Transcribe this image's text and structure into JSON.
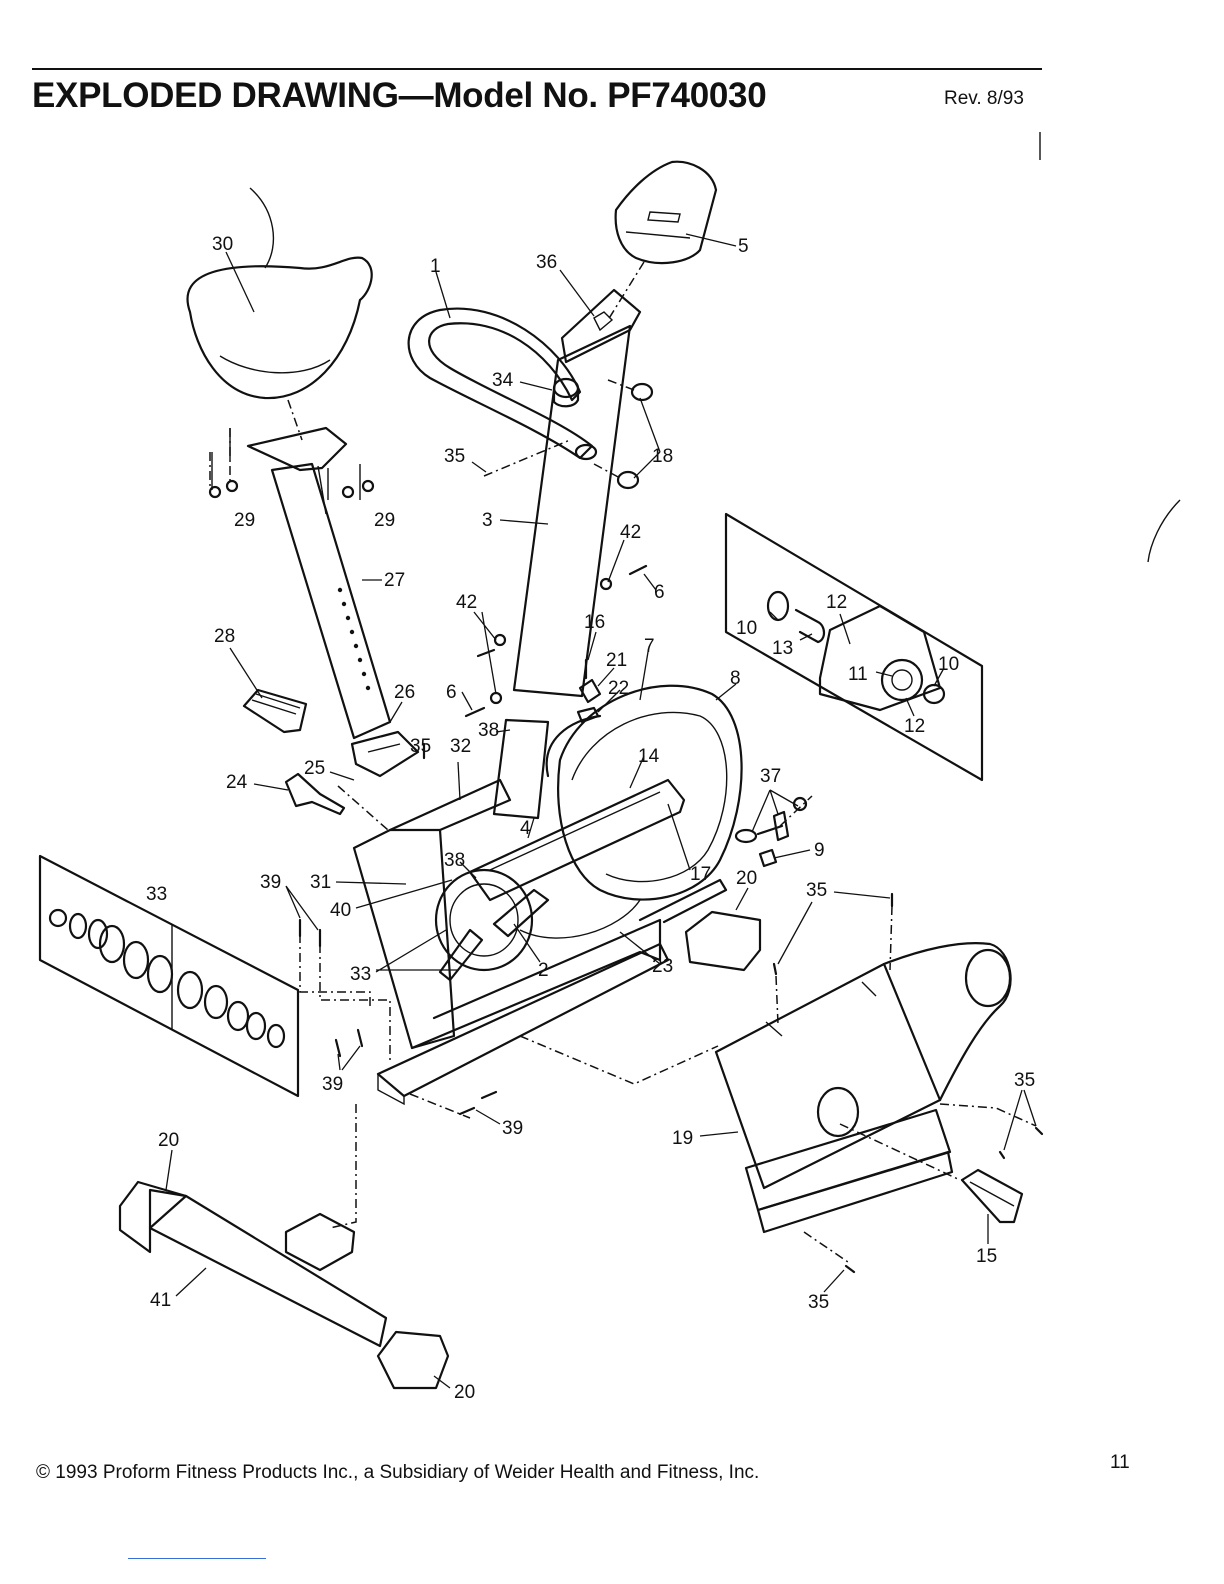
{
  "header": {
    "title": "EXPLODED DRAWING—Model No. PF740030",
    "revision": "Rev. 8/93"
  },
  "callouts": {
    "c1": "1",
    "c2": "2",
    "c3": "3",
    "c4": "4",
    "c5": "5",
    "c6a": "6",
    "c6b": "6",
    "c7": "7",
    "c8": "8",
    "c9": "9",
    "c10a": "10",
    "c10b": "10",
    "c11": "11",
    "c12a": "12",
    "c12b": "12",
    "c13": "13",
    "c14": "14",
    "c15": "15",
    "c16": "16",
    "c17": "17",
    "c18": "18",
    "c19": "19",
    "c20a": "20",
    "c20b": "20",
    "c20c": "20",
    "c21": "21",
    "c22": "22",
    "c23": "23",
    "c24": "24",
    "c25": "25",
    "c26": "26",
    "c27": "27",
    "c28": "28",
    "c29a": "29",
    "c29b": "29",
    "c30": "30",
    "c31": "31",
    "c32": "32",
    "c33a": "33",
    "c33b": "33",
    "c34": "34",
    "c35a": "35",
    "c35b": "35",
    "c35c": "35",
    "c35d": "35",
    "c35e": "35",
    "c36": "36",
    "c37": "37",
    "c38a": "38",
    "c38b": "38",
    "c39a": "39",
    "c39b": "39",
    "c39c": "39",
    "c40": "40",
    "c41": "41",
    "c42a": "42",
    "c42b": "42"
  },
  "footer": {
    "copyright": "© 1993 Proform Fitness Products Inc., a Subsidiary of Weider Health and Fitness, Inc.",
    "page_number": "11"
  }
}
